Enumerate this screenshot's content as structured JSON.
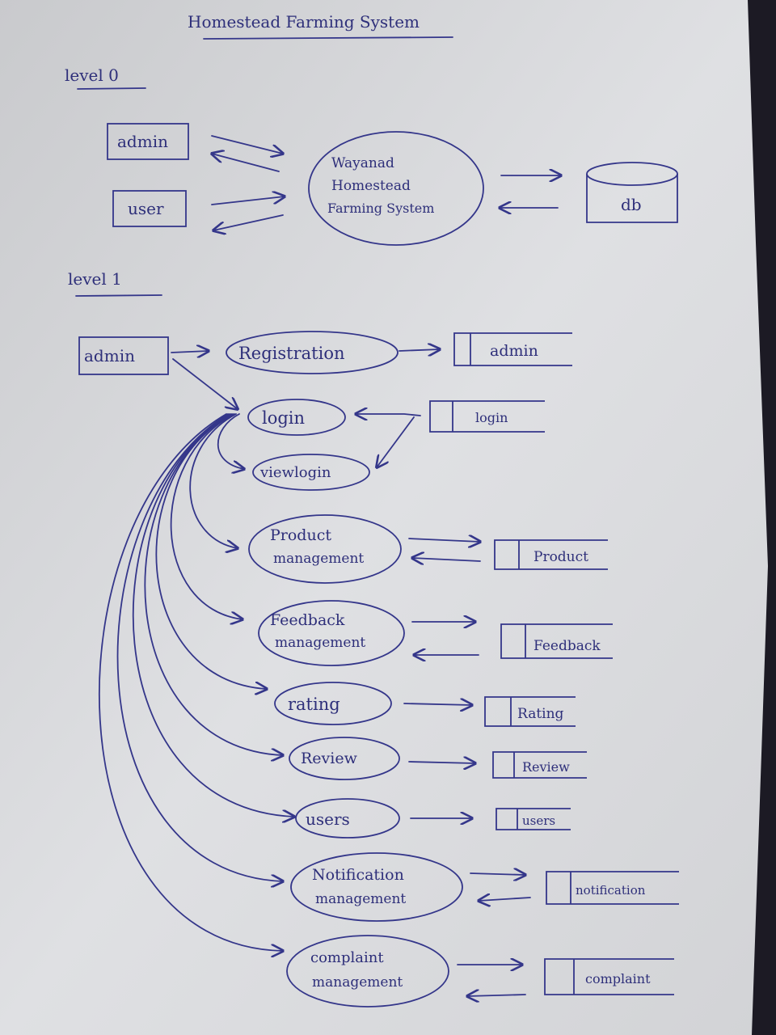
{
  "title": "Homestead Farming System",
  "level0": {
    "heading": "level 0",
    "entities": [
      "admin",
      "user"
    ],
    "process": [
      "Wayanad",
      "Homestead",
      "Farming System"
    ],
    "datastore": "db"
  },
  "level1": {
    "heading": "level 1",
    "entity": "admin",
    "processes": [
      {
        "lines": [
          "Registration"
        ],
        "store": "admin"
      },
      {
        "lines": [
          "login"
        ],
        "store": "login"
      },
      {
        "lines": [
          "viewlogin"
        ],
        "store": ""
      },
      {
        "lines": [
          "Product",
          "management"
        ],
        "store": "Product"
      },
      {
        "lines": [
          "Feedback",
          "management"
        ],
        "store": "Feedback"
      },
      {
        "lines": [
          "rating"
        ],
        "store": "Rating"
      },
      {
        "lines": [
          "Review"
        ],
        "store": "Review"
      },
      {
        "lines": [
          "users"
        ],
        "store": "users"
      },
      {
        "lines": [
          "Notification",
          "management"
        ],
        "store": "notification"
      },
      {
        "lines": [
          "complaint",
          "management"
        ],
        "store": "complaint"
      }
    ]
  },
  "colors": {
    "paper": "#dcdde0",
    "ink": "#34368a",
    "background": "#1c1a24"
  }
}
